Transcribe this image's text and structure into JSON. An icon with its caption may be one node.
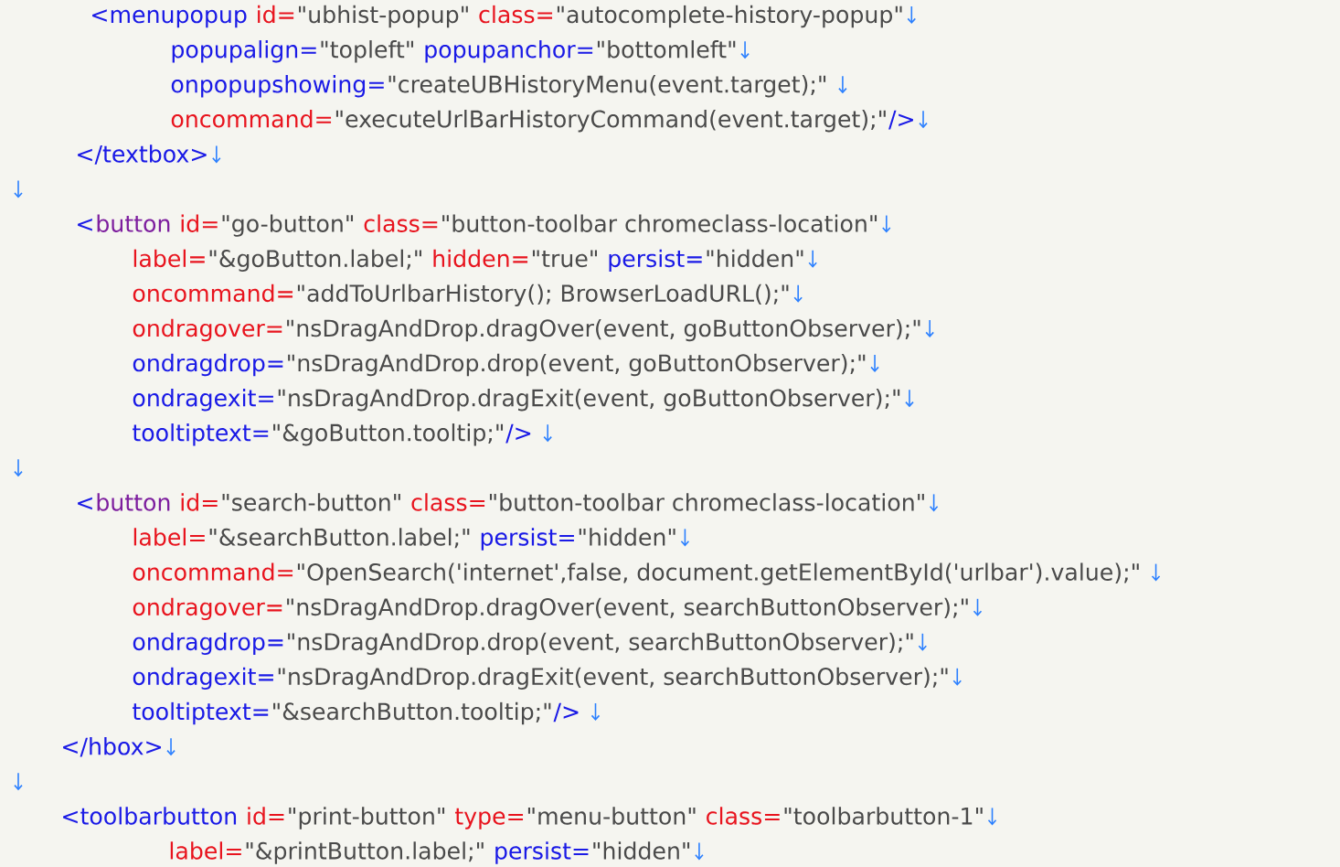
{
  "diagram": {
    "labels": [
      "<menupopup",
      "id=",
      "\"ubhist-popup\"",
      "class=",
      "\"autocomplete-history-popup\"",
      "popupalign=",
      "\"topleft\"",
      "popupanchor=",
      "\"bottomleft\"",
      "onpopupshowing=",
      "\"createUBHistoryMenu(event.target);\"",
      "oncommand=",
      "\"executeUrlBarHistoryCommand(event.target);\"",
      "/>",
      "</textbox>",
      "<",
      "button",
      "id=",
      "\"go-button\"",
      "class=",
      "\"button-toolbar chromeclass-location\"",
      "label=",
      "\"&goButton.label;\"",
      "hidden=",
      "\"true\"",
      "persist=",
      "\"hidden\"",
      "oncommand=",
      "\"addToUrlbarHistory(); BrowserLoadURL();\"",
      "ondragover=",
      "\"nsDragAndDrop.dragOver(event, goButtonObserver);\"",
      "ondragdrop=",
      "\"nsDragAndDrop.drop(event, goButtonObserver);\"",
      "ondragexit=",
      "\"nsDragAndDrop.dragExit(event, goButtonObserver);\"",
      "tooltiptext=",
      "\"&goButton.tooltip;\"",
      "/>",
      "<",
      "button",
      "id=",
      "\"search-button\"",
      "class=",
      "\"button-toolbar chromeclass-location\"",
      "label=",
      "\"&searchButton.label;\"",
      "persist=",
      "\"hidden\"",
      "oncommand=",
      "\"OpenSearch('internet',false, document.getElementById('urlbar').value);\"",
      "ondragover=",
      "\"nsDragAndDrop.dragOver(event, searchButtonObserver);\"",
      "ondragdrop=",
      "\"nsDragAndDrop.drop(event, searchButtonObserver);\"",
      "ondragexit=",
      "\"nsDragAndDrop.dragExit(event, searchButtonObserver);\"",
      "tooltiptext=",
      "\"&searchButton.tooltip;\"",
      "/>",
      "</hbox>",
      "<toolbarbutton",
      "id=",
      "\"print-button\"",
      "type=",
      "\"menu-button\"",
      "class=",
      "\"toolbarbutton-1\"",
      "label=",
      "\"&printButton.label;\"",
      "persist=",
      "\"hidden\""
    ]
  }
}
